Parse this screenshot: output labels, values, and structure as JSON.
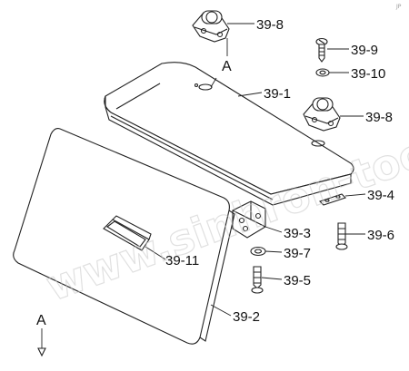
{
  "watermark": "www.sinhron-too.kz",
  "labels": {
    "l_39_8_top": "39-8",
    "l_39_9": "39-9",
    "l_39_10": "39-10",
    "l_39_1": "39-1",
    "l_39_8_right": "39-8",
    "l_39_4": "39-4",
    "l_39_3": "39-3",
    "l_39_6": "39-6",
    "l_39_7": "39-7",
    "l_39_11": "39-11",
    "l_39_5": "39-5",
    "l_39_2": "39-2"
  },
  "refs": {
    "view_a_top": "A",
    "view_a_bottom": "A"
  },
  "corner_mark": "JP"
}
